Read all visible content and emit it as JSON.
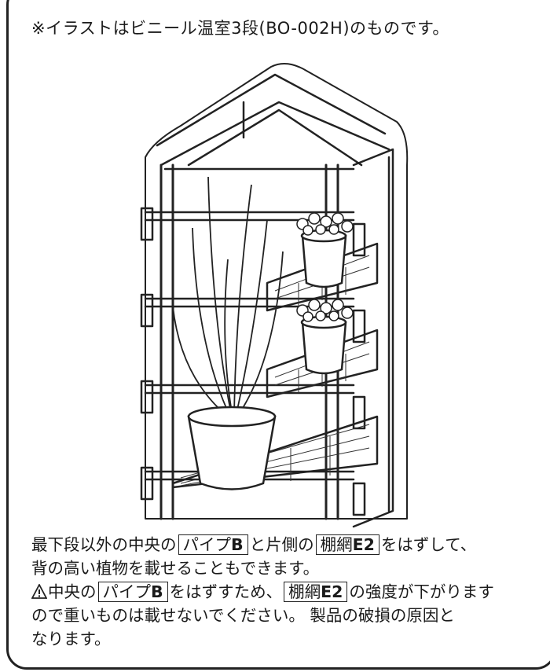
{
  "caption": "※イラストはビニール温室3段(BO-002H)のものです。",
  "illustration": {
    "icon": "greenhouse-illustration"
  },
  "body": {
    "line1_a": "最下段以外の中央の",
    "pipe_label": "パイプ",
    "pipe_code": "B",
    "line1_b": "と片側の",
    "net_label": "棚網",
    "net_code": "E2",
    "line1_c": "をはずして、",
    "line2": "背の高い植物を載せることもできます。",
    "warning_icon": "warning-triangle-icon",
    "line3_a": "中央の",
    "line3_b": "をはずすため、",
    "line3_c": "の強度が下がります",
    "line4": "ので重いものは載せないでください。 製品の破損の原因と",
    "line5": "なります。"
  }
}
